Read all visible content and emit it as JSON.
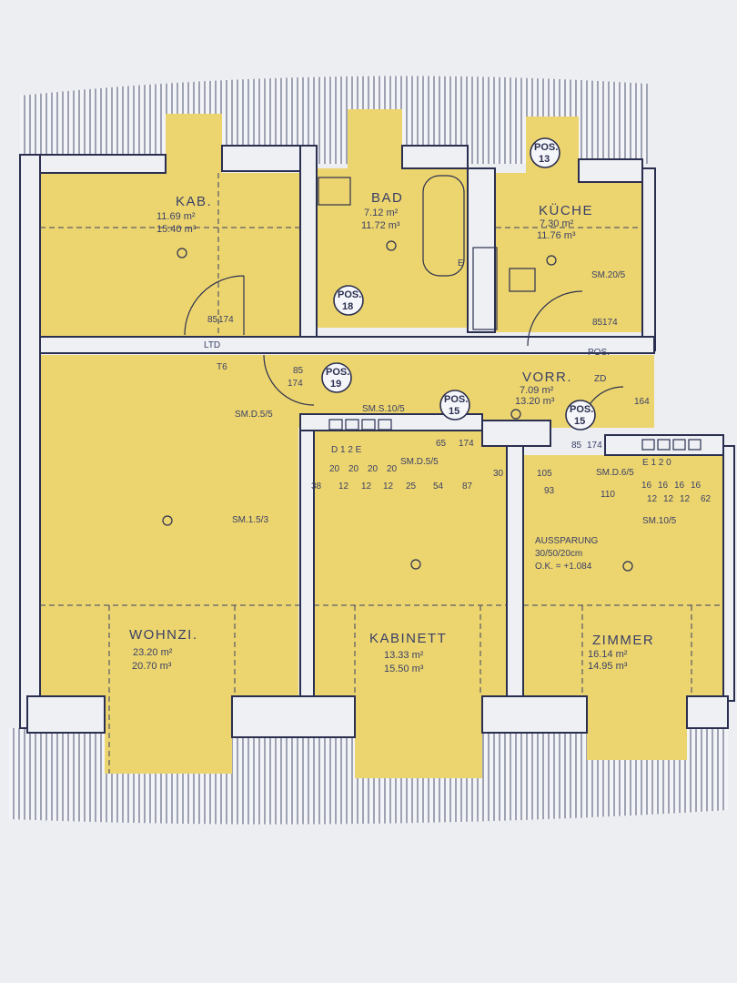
{
  "rooms": {
    "kab": {
      "name": "KAB.",
      "area": "11.69 m²",
      "volume": "15.40 m³"
    },
    "bad": {
      "name": "BAD",
      "area": "7.12 m²",
      "volume": "11.72 m³"
    },
    "kueche": {
      "name": "KÜCHE",
      "area": "7.30 m²",
      "volume": "11.76 m³"
    },
    "vorr": {
      "name": "VORR.",
      "area": "7.09 m²",
      "volume": "13.20 m³"
    },
    "wohnzi": {
      "name": "WOHNZI.",
      "area": "23.20 m²",
      "volume": "20.70 m³"
    },
    "kabinett": {
      "name": "KABINETT",
      "area": "13.33 m²",
      "volume": "15.50 m³"
    },
    "zimmer": {
      "name": "ZIMMER",
      "area": "16.14 m²",
      "volume": "14.95 m³"
    }
  },
  "positions": {
    "p13": {
      "label": "POS.",
      "num": "13"
    },
    "p18": {
      "label": "POS.",
      "num": "18"
    },
    "p19": {
      "label": "POS.",
      "num": "19"
    },
    "p15a": {
      "label": "POS.",
      "num": "15"
    },
    "p15b": {
      "label": "POS.",
      "num": "15"
    }
  },
  "annotations": {
    "smd55": "SM.D.5/5",
    "sms105": "SM.S.10/5",
    "smd55b": "SM.D.5/5",
    "sm153": "SM.1.5/3",
    "sm205": "SM.20/5",
    "ltd": "LTD",
    "pos_small": "POS.",
    "d_e": "E",
    "smd615": "SM.D.6/5",
    "sm105": "SM.10/5",
    "e120": "E 1 2 0",
    "aussparung": "AUSSPARUNG",
    "aussparung_dim": "30/50/20cm",
    "ok": "O.K. = +1.084",
    "bt6": "T6",
    "dz": "ZD",
    "d120": "D 1 2 E"
  },
  "dims": {
    "d85a": "85",
    "d174a": "174",
    "d85b": "85",
    "d174b": "174",
    "d65": "65",
    "d174c": "174",
    "d85c": "85",
    "d174d": "174",
    "d85e": "85",
    "d174e": "174",
    "d38": "38",
    "d12a": "12",
    "d12b": "12",
    "d12c": "12",
    "d25": "25",
    "d54": "54",
    "d87": "87",
    "d30": "30",
    "d105": "105",
    "d93": "93",
    "d110": "110",
    "d12d": "12",
    "d12e": "12",
    "d12f": "12",
    "d62": "62",
    "d164": "164",
    "d20a": "20",
    "d20b": "20",
    "d20c": "20",
    "d20d": "20",
    "d16a": "16",
    "d16b": "16",
    "d16c": "16",
    "d16d": "16"
  },
  "colors": {
    "room_fill": "#ecd56f",
    "ink": "#2b2f4f",
    "paper": "#eceef2"
  }
}
